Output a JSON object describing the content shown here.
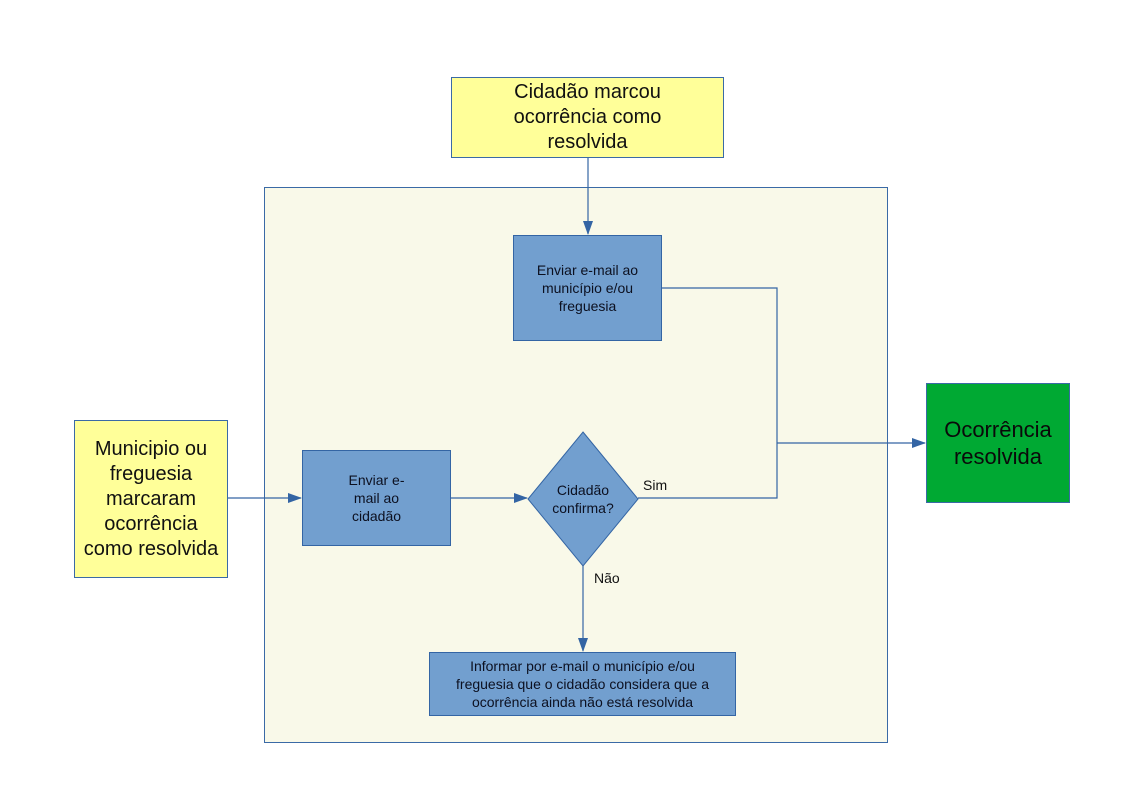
{
  "nodes": {
    "start_top": "Cidadão marcou ocorrência como resolvida",
    "start_left": "Municipio ou freguesia marcaram ocorrência como resolvida",
    "email_municipio": "Enviar e-mail ao município e/ou freguesia",
    "email_cidadao": "Enviar e-mail ao cidadão",
    "decision": "Cidadão confirma?",
    "informar": "Informar por e-mail o município e/ou freguesia que o cidadão considera que a ocorrência ainda não está resolvida",
    "resolved": "Ocorrência resolvida"
  },
  "edges": {
    "yes": "Sim",
    "no": "Não"
  },
  "colors": {
    "container_fill": "#f9f9e9",
    "start_fill": "#ffff99",
    "process_fill": "#729fcf",
    "end_fill": "#00a933",
    "line": "#3465a4"
  }
}
